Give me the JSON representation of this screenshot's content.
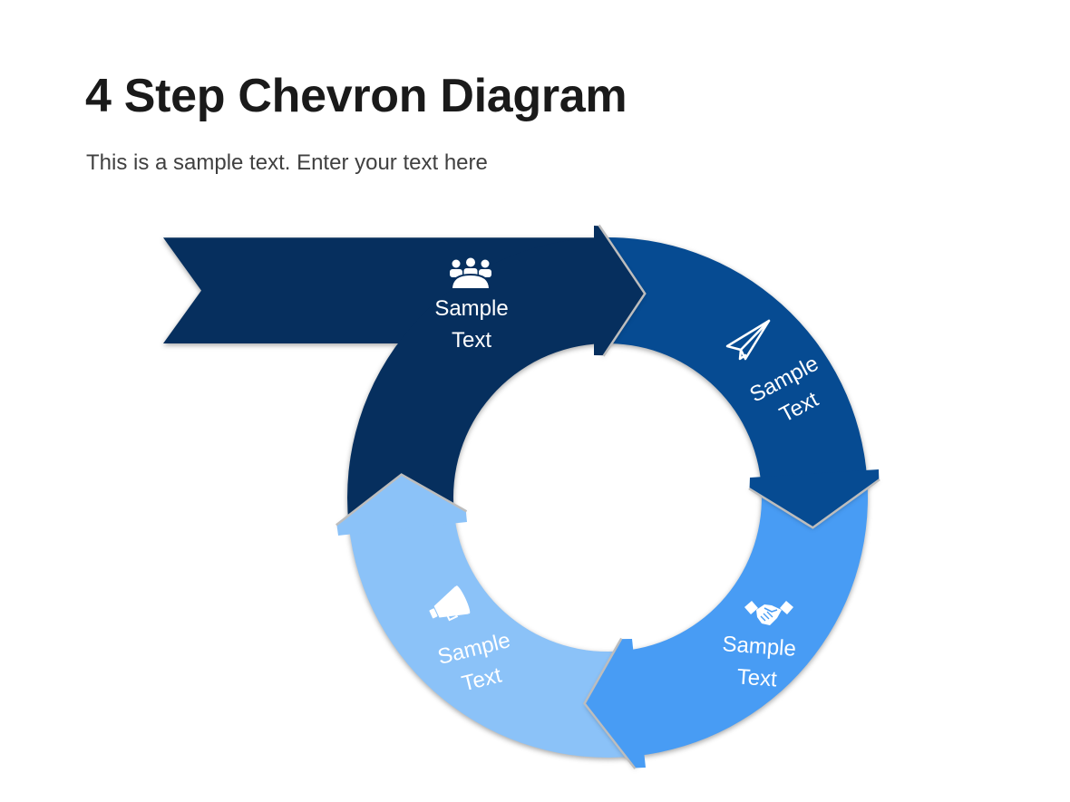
{
  "slide": {
    "title": "4 Step Chevron Diagram",
    "subtitle": "This is a sample text. Enter your text here"
  },
  "steps": [
    {
      "step": 1,
      "line1": "Sample",
      "line2": "Text",
      "icon": "people-group-icon",
      "color": "#062F5E"
    },
    {
      "step": 2,
      "line1": "Sample",
      "line2": "Text",
      "icon": "paper-plane-icon",
      "color": "#064B92"
    },
    {
      "step": 3,
      "line1": "Sample",
      "line2": "Text",
      "icon": "handshake-icon",
      "color": "#489CF4"
    },
    {
      "step": 4,
      "line1": "Sample",
      "line2": "Text",
      "icon": "megaphone-icon",
      "color": "#8BC2F8"
    }
  ],
  "colors": {
    "arrow_edge": "#BDBDBD",
    "icon_and_label": "#FFFFFF",
    "title_text": "#1A1A1A",
    "subtitle_text": "#404040"
  }
}
